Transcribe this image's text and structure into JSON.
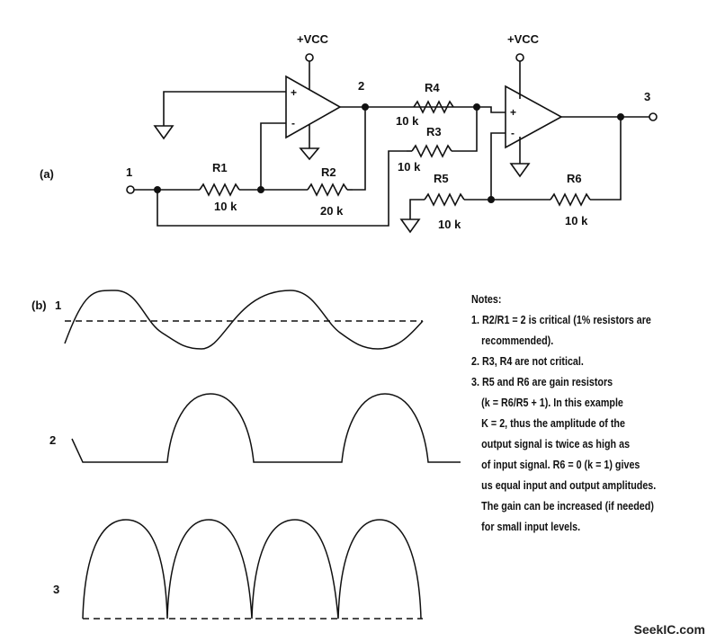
{
  "diagram": {
    "part_a_label": "(a)",
    "part_b_label": "(b)",
    "vcc_left": "+VCC",
    "vcc_right": "+VCC",
    "node_1": "1",
    "node_2": "2",
    "node_3": "3",
    "r1": {
      "name": "R1",
      "value": "10 k"
    },
    "r2": {
      "name": "R2",
      "value": "20 k"
    },
    "r3": {
      "name": "R3",
      "value": "10 k"
    },
    "r4": {
      "name": "R4",
      "value": "10 k"
    },
    "r5": {
      "name": "R5",
      "value": "10 k"
    },
    "r6": {
      "name": "R6",
      "value": "10 k"
    },
    "opamp_plus": "+",
    "opamp_minus": "-",
    "wave_1_label": "1",
    "wave_2_label": "2",
    "wave_3_label": "3"
  },
  "notes": {
    "title": "Notes:",
    "items": [
      "1. R2/R1 = 2 is critical (1% resistors are",
      "recommended).",
      "2. R3, R4 are not critical.",
      "3. R5 and R6 are gain resistors",
      "(k = R6/R5 + 1).  In this example",
      "K = 2, thus the amplitude of the",
      "output signal is twice as high as",
      "of input signal.  R6 = 0 (k = 1) gives",
      "us equal input and output  amplitudes.",
      "The gain can be increased (if needed)",
      "for small input levels."
    ]
  },
  "watermark": "SeekIC.com"
}
